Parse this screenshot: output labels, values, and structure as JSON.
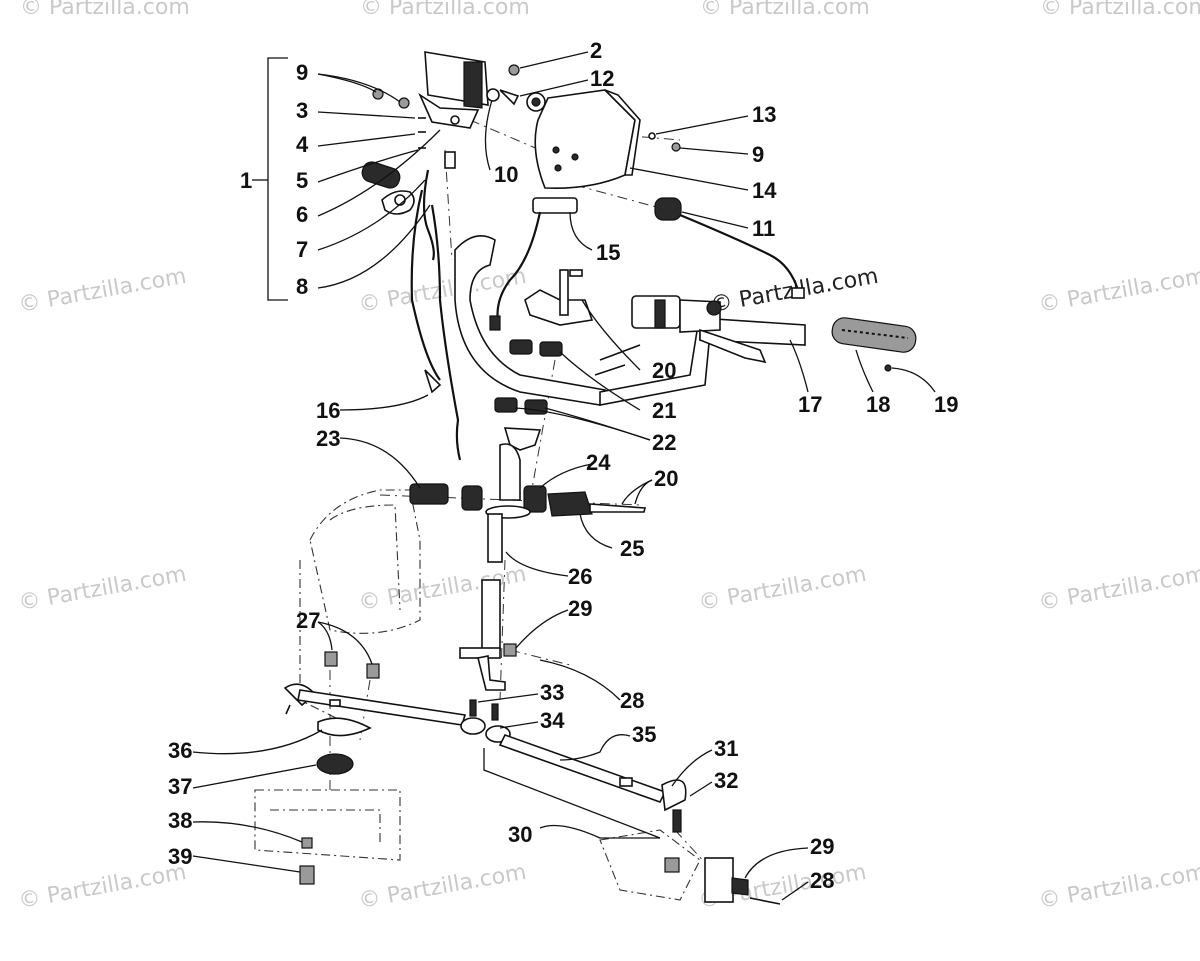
{
  "diagram": {
    "callouts": [
      "1",
      "2",
      "3",
      "4",
      "5",
      "6",
      "7",
      "8",
      "9",
      "9",
      "10",
      "11",
      "12",
      "13",
      "14",
      "15",
      "16",
      "17",
      "18",
      "19",
      "20",
      "20",
      "21",
      "22",
      "23",
      "24",
      "25",
      "26",
      "27",
      "28",
      "28",
      "29",
      "29",
      "30",
      "31",
      "32",
      "33",
      "34",
      "35",
      "36",
      "37",
      "38",
      "39"
    ],
    "watermark": "© Partzilla.com",
    "watermark_prominent": "© Partzilla.com"
  }
}
